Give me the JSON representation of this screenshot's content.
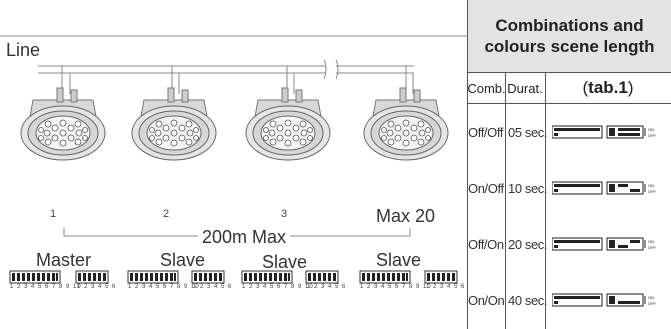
{
  "diagram": {
    "line_label": "Line",
    "fixture_numbers": [
      "1",
      "2",
      "3"
    ],
    "max_label": "Max 20",
    "distance_label": "200m Max",
    "role_labels": [
      "Master",
      "Slave",
      "Slave",
      "Slave"
    ],
    "dip10_numbers": "1 2 3 4 5 6 7 8 9 10",
    "dip6_numbers": "1 2 3 4 5 6"
  },
  "table": {
    "title_line1": "Combinations and",
    "title_line2": "colours scene length",
    "headers": {
      "comb": "Comb.",
      "durat": "Durat.",
      "tab_prefix": "(",
      "tab_bold": "tab.1",
      "tab_suffix": ")"
    },
    "rows": [
      {
        "comb": "Off/Off",
        "durat": "05 sec."
      },
      {
        "comb": "On/Off",
        "durat": "10 sec."
      },
      {
        "comb": "Off/On",
        "durat": "20 sec."
      },
      {
        "comb": "On/On",
        "durat": "40 sec."
      }
    ],
    "switch_on": "ON",
    "switch_off": "OFF"
  }
}
